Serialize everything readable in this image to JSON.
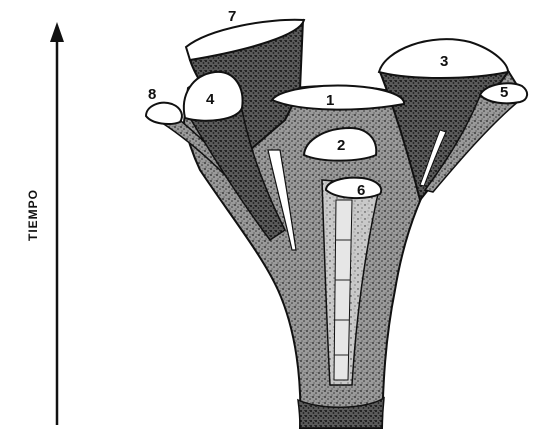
{
  "axis": {
    "label": "TIEMPO"
  },
  "branches": [
    {
      "id": "1",
      "label": "1"
    },
    {
      "id": "2",
      "label": "2"
    },
    {
      "id": "3",
      "label": "3"
    },
    {
      "id": "4",
      "label": "4"
    },
    {
      "id": "5",
      "label": "5"
    },
    {
      "id": "6",
      "label": "6"
    },
    {
      "id": "7",
      "label": "7"
    },
    {
      "id": "8",
      "label": "8"
    }
  ],
  "colors": {
    "ink": "#111111",
    "shade": "#2b2b2b",
    "background": "#ffffff"
  }
}
